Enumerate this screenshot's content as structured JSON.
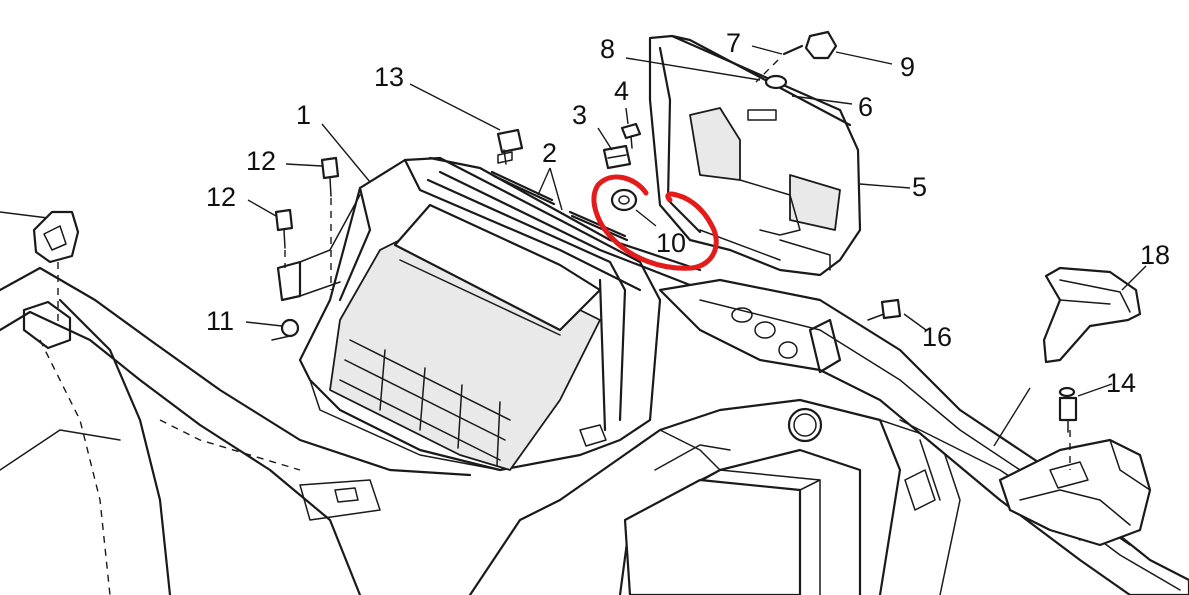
{
  "diagram": {
    "callouts": {
      "c1": "1",
      "c2": "2",
      "c3": "3",
      "c4": "4",
      "c5": "5",
      "c6": "6",
      "c7": "7",
      "c8": "8",
      "c9": "9",
      "c10": "10",
      "c11": "11",
      "c12a": "12",
      "c12b": "12",
      "c13": "13",
      "c14": "14",
      "c16": "16",
      "c18": "18"
    },
    "highlight": {
      "target_callout": "10",
      "color": "#e31b1b"
    },
    "line_color": "#1a1a1a",
    "background": "#ffffff"
  }
}
